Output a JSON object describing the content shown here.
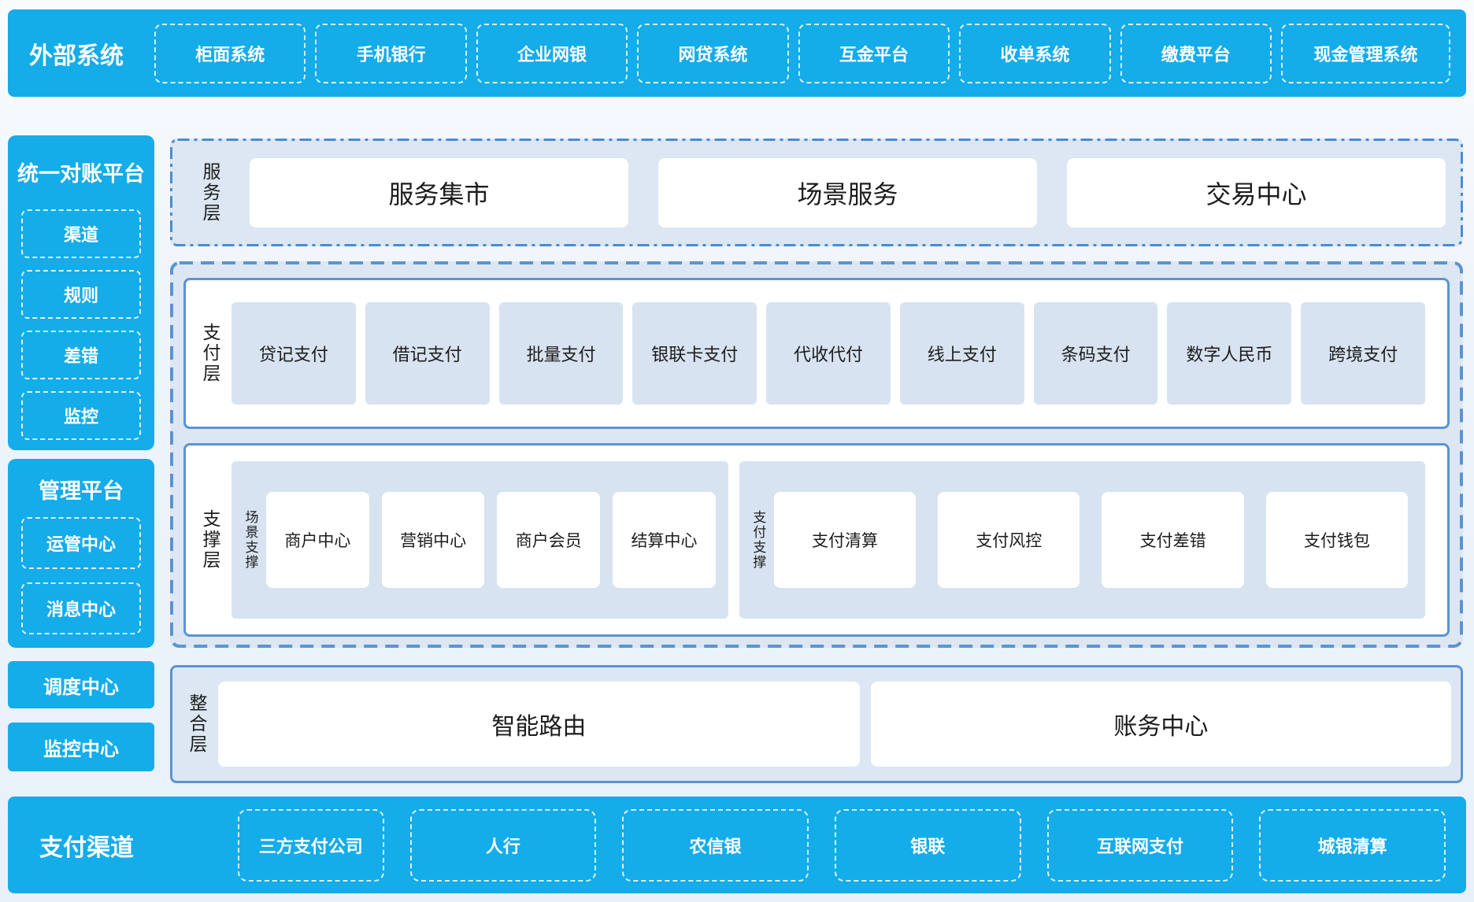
{
  "colors": {
    "accent_cyan": "#14ace9",
    "container_bg": "#dce7f3",
    "inner_box_bg": "#d8e3f1",
    "border_blue": "#5b94d0",
    "text_dark": "#1c1c1c",
    "text_white": "#ffffff"
  },
  "top_bar": {
    "label": "外部系统",
    "items": [
      "柜面系统",
      "手机银行",
      "企业网银",
      "网贷系统",
      "互金平台",
      "收单系统",
      "缴费平台",
      "现金管理系统"
    ]
  },
  "sidebar": {
    "panels": [
      {
        "title": "统一对账平台",
        "items": [
          "渠道",
          "规则",
          "差错",
          "监控"
        ]
      },
      {
        "title": "管理平台",
        "items": [
          "运管中心",
          "消息中心"
        ]
      }
    ],
    "solo_items": [
      "调度中心",
      "监控中心"
    ]
  },
  "layers": {
    "service": {
      "label": "服务层",
      "items": [
        "服务集市",
        "场景服务",
        "交易中心"
      ]
    },
    "payment": {
      "label": "支付层",
      "items": [
        "贷记支付",
        "借记支付",
        "批量支付",
        "银联卡支付",
        "代收代付",
        "线上支付",
        "条码支付",
        "数字人民币",
        "跨境支付"
      ]
    },
    "support": {
      "label": "支撑层",
      "groups": [
        {
          "label": "场景支撑",
          "items": [
            "商户中心",
            "营销中心",
            "商户会员",
            "结算中心"
          ]
        },
        {
          "label": "支付支撑",
          "items": [
            "支付清算",
            "支付风控",
            "支付差错",
            "支付钱包"
          ]
        }
      ]
    },
    "integration": {
      "label": "整合层",
      "items": [
        "智能路由",
        "账务中心"
      ]
    }
  },
  "bottom_bar": {
    "label": "支付渠道",
    "items": [
      "三方支付公司",
      "人行",
      "农信银",
      "银联",
      "互联网支付",
      "城银清算"
    ]
  }
}
